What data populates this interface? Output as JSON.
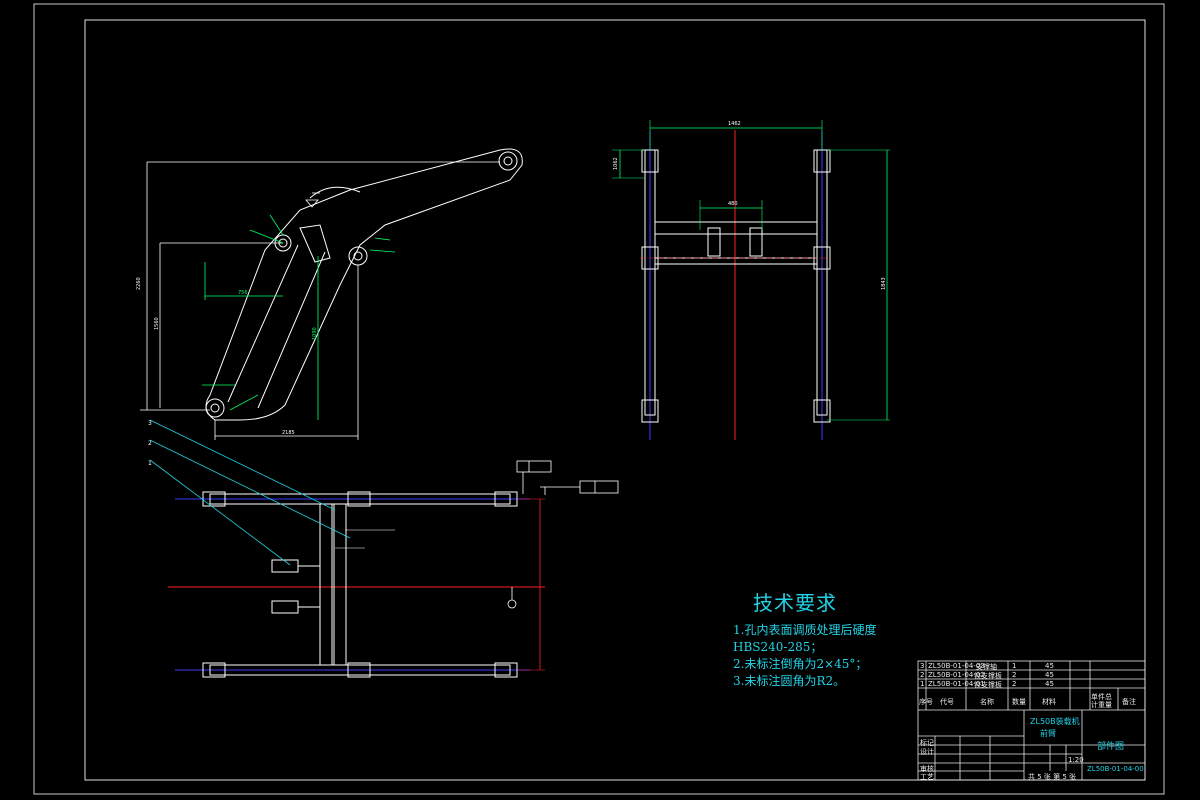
{
  "drawing": {
    "tech_requirements": {
      "title": "技术要求",
      "lines": [
        "1.孔内表面调质处理后硬度",
        "HBS240-285；",
        "2.未标注倒角为2×45°；",
        "3.未标注圆角为R2。"
      ]
    },
    "dimensions": {
      "top_width": "1462",
      "right_height": "1843",
      "top_left_height": "1062",
      "centre_span": "480",
      "side_view_bottom": "2185",
      "side_view_horizontal": "756",
      "side_view_left_outer": "2260",
      "side_view_left_inner": "1560",
      "side_view_vertical": "1090"
    },
    "callouts": [
      "3",
      "2",
      "1"
    ],
    "title_block": {
      "parts": [
        {
          "no": "3",
          "code": "ZL50B-01-04-03",
          "name": "支撑轴",
          "qty": "1",
          "material": "45"
        },
        {
          "no": "2",
          "code": "ZL50B-01-04-02",
          "name": "铰支撑板",
          "qty": "2",
          "material": "45"
        },
        {
          "no": "1",
          "code": "ZL50B-01-04-01",
          "name": "铰支撑板",
          "qty": "2",
          "material": "45"
        }
      ],
      "header": {
        "no": "序号",
        "code": "代号",
        "name": "名称",
        "qty": "数量",
        "material": "材料",
        "weight": "单件总计重量",
        "remark": "备注"
      },
      "product": "ZL50B装载机",
      "assembly": "前臂",
      "drawing_type": "部件图",
      "drawing_no": "ZL50B-01-04-00",
      "scale": "1:20",
      "sheets": "共 5 张 第 5 张",
      "roles": [
        "标记",
        "设计",
        "审核",
        "工艺"
      ]
    }
  }
}
